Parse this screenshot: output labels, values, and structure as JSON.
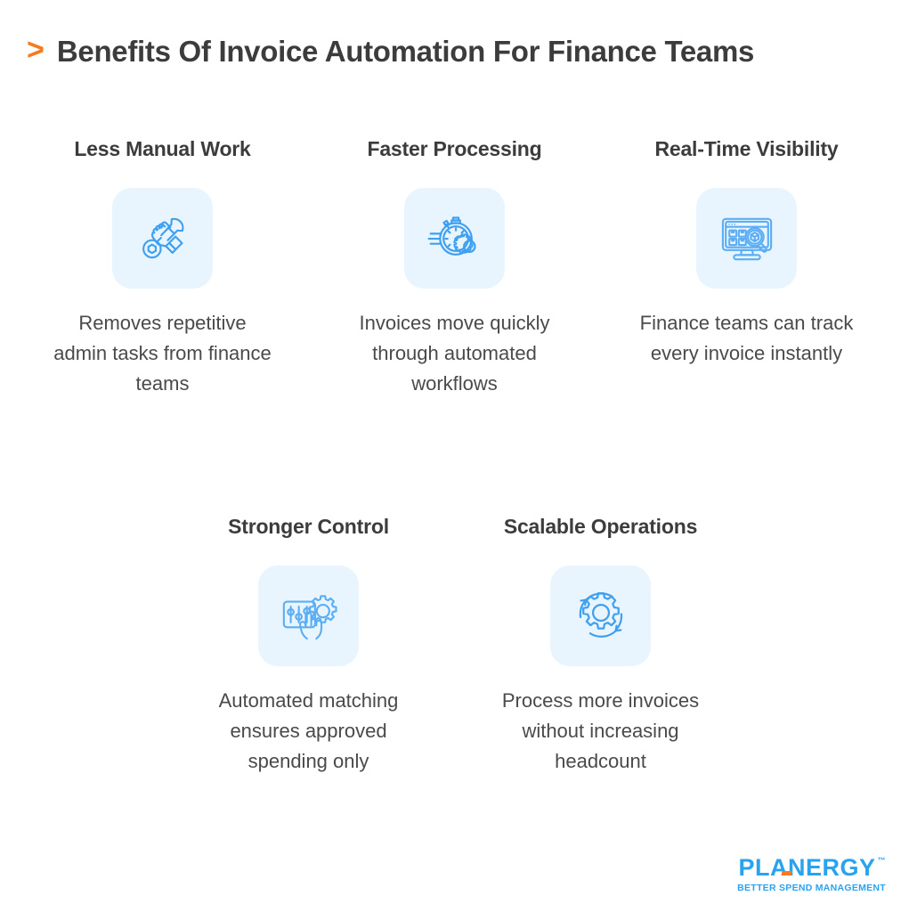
{
  "header": {
    "bullet": "&gt;",
    "bullet_icon": "chevron-right-icon",
    "title": "Benefits Of Invoice Automation For Finance Teams",
    "accent_color": "#F47B20",
    "title_color": "#3C3C3C"
  },
  "theme": {
    "background": "#FFFFFF",
    "icon_tile_background": "#E9F5FE",
    "icon_stroke": "#3FA0F0",
    "body_text_color": "#4A4A4A",
    "brand_blue": "#29A3F0",
    "brand_orange": "#F47B20"
  },
  "cards": [
    {
      "heading": "Less Manual Work",
      "body": "Removes repetitive admin tasks from finance teams",
      "icon": "hand-holding-wrench-icon"
    },
    {
      "heading": "Faster Processing",
      "body": "Invoices move quickly through automated workflows",
      "icon": "stopwatch-gear-icon"
    },
    {
      "heading": "Real-Time Visibility",
      "body": "Finance teams can track every invoice instantly",
      "icon": "monitor-magnifier-icon"
    },
    {
      "heading": "Stronger Control",
      "body": "Automated matching ensures approved spending only",
      "icon": "sliders-gear-hand-icon"
    },
    {
      "heading": "Scalable Operations",
      "body": "Process more invoices without increasing headcount",
      "icon": "gear-cycle-arrows-icon"
    }
  ],
  "logo": {
    "wordmark": "PLANERGY",
    "trademark": "™",
    "tagline": "BETTER SPEND MANAGEMENT"
  }
}
